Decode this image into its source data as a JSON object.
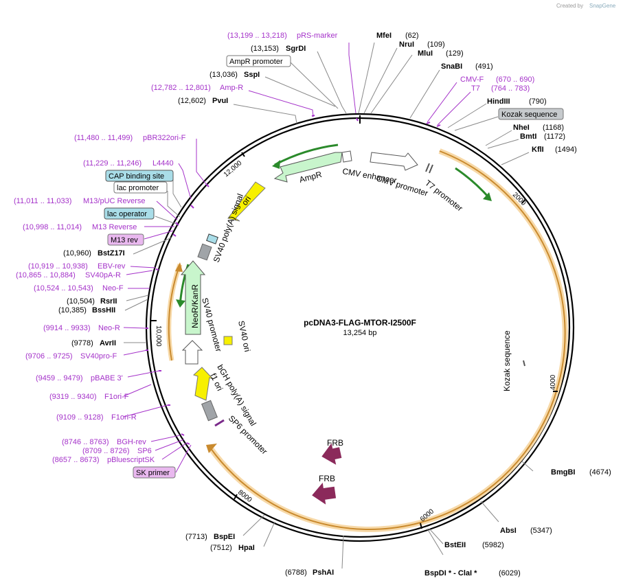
{
  "credit": {
    "text": "Created by",
    "brand": "SnapGene"
  },
  "plasmid": {
    "name": "pcDNA3-FLAG-MTOR-I2500F",
    "size": "13,254 bp"
  },
  "enzymes": [
    {
      "name": "MfeI",
      "pos": "(62)"
    },
    {
      "name": "NruI",
      "pos": "(109)"
    },
    {
      "name": "MluI",
      "pos": "(129)"
    },
    {
      "name": "SnaBI",
      "pos": "(491)"
    },
    {
      "name": "HindIII",
      "pos": "(790)"
    },
    {
      "name": "NheI",
      "pos": "(1168)"
    },
    {
      "name": "BmtI",
      "pos": "(1172)"
    },
    {
      "name": "KflI",
      "pos": "(1494)"
    },
    {
      "name": "BmgBI",
      "pos": "(4674)"
    },
    {
      "name": "AbsI",
      "pos": "(5347)"
    },
    {
      "name": "BstEII",
      "pos": "(5982)"
    },
    {
      "name": "BspDI * - ClaI *",
      "pos": "(6029)"
    },
    {
      "name": "PshAI",
      "pos": "(6788)"
    },
    {
      "name": "HpaI",
      "pos": "(7512)"
    },
    {
      "name": "BspEI",
      "pos": "(7713)"
    },
    {
      "name": "AvrII",
      "pos": "(9778)"
    },
    {
      "name": "BssHII",
      "pos": "(10,385)"
    },
    {
      "name": "RsrII",
      "pos": "(10,504)"
    },
    {
      "name": "BstZ17I",
      "pos": "(10,960)"
    },
    {
      "name": "PvuI",
      "pos": "(12,602)"
    },
    {
      "name": "SspI",
      "pos": "(13,036)"
    },
    {
      "name": "SgrDI",
      "pos": "(13,153)"
    }
  ],
  "primers": [
    {
      "name": "pRS-marker",
      "pos": "(13,199 .. 13,218)"
    },
    {
      "name": "Amp-R",
      "pos": "(12,782 .. 12,801)"
    },
    {
      "name": "CMV-F",
      "pos": "(670 .. 690)"
    },
    {
      "name": "T7",
      "pos": "(764 .. 783)"
    },
    {
      "name": "pBR322ori-F",
      "pos": "(11,480 .. 11,499)"
    },
    {
      "name": "L4440",
      "pos": "(11,229 .. 11,246)"
    },
    {
      "name": "M13/pUC Reverse",
      "pos": "(11,011 .. 11,033)"
    },
    {
      "name": "M13 Reverse",
      "pos": "(10,998 .. 11,014)"
    },
    {
      "name": "EBV-rev",
      "pos": "(10,919 .. 10,938)"
    },
    {
      "name": "SV40pA-R",
      "pos": "(10,865 .. 10,884)"
    },
    {
      "name": "Neo-F",
      "pos": "(10,524 .. 10,543)"
    },
    {
      "name": "Neo-R",
      "pos": "(9914 .. 9933)"
    },
    {
      "name": "SV40pro-F",
      "pos": "(9706 .. 9725)"
    },
    {
      "name": "pBABE 3'",
      "pos": "(9459 .. 9479)"
    },
    {
      "name": "F1ori-F",
      "pos": "(9319 .. 9340)"
    },
    {
      "name": "F1ori-R",
      "pos": "(9109 .. 9128)"
    },
    {
      "name": "BGH-rev",
      "pos": "(8746 .. 8763)"
    },
    {
      "name": "SP6",
      "pos": "(8709 .. 8726)"
    },
    {
      "name": "pBluescriptSK",
      "pos": "(8657 .. 8673)"
    }
  ],
  "boxed": [
    {
      "name": "AmpR promoter",
      "kind": "promoter"
    },
    {
      "name": "Kozak sequence",
      "kind": "gray"
    },
    {
      "name": "CAP binding site",
      "kind": "teal"
    },
    {
      "name": "lac promoter",
      "kind": "promoter"
    },
    {
      "name": "lac operator",
      "kind": "teal"
    },
    {
      "name": "M13 rev",
      "kind": "primer"
    },
    {
      "name": "SK primer",
      "kind": "primer"
    }
  ],
  "features": {
    "ampr": "AmpR",
    "cmv_enhancer": "CMV enhancer",
    "cmv_promoter": "CMV promoter",
    "t7_promoter": "T7 promoter",
    "ori": "ori",
    "sv40_polya": "SV40 poly(A) signal",
    "neo": "NeoR/KanR",
    "sv40_promoter": "SV40 promoter",
    "sv40_ori": "SV40 ori",
    "bgh": "bGH poly(A) signal",
    "f1_ori": "f1 ori",
    "sp6_promoter": "SP6 promoter",
    "frb1": "FRB",
    "frb2": "FRB",
    "kozak_inner": "Kozak sequence"
  },
  "ticks": [
    "2000",
    "4000",
    "6000",
    "8000",
    "10,000",
    "12,000"
  ],
  "colors": {
    "primer": "#a431c9",
    "orf_orange": "#f0b24a",
    "green_arrow": "#c8f5cc",
    "yellow": "#f7f000",
    "frb": "#8b2a5b",
    "gray_feature": "#a0a4a8",
    "teal_box": "#a9dde8"
  }
}
